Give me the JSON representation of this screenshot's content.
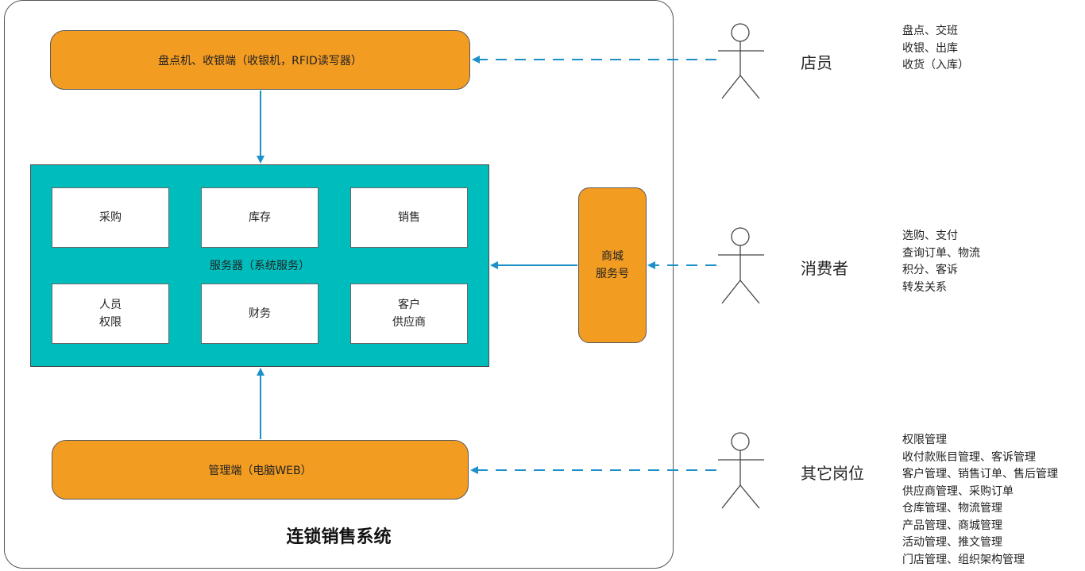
{
  "system": {
    "title": "连锁销售系统"
  },
  "terminals": {
    "pos": "盘点机、收银端（收银机，RFID读写器）",
    "admin": "管理端（电脑WEB）"
  },
  "server": {
    "label": "服务器（系统服务）",
    "modules": [
      {
        "line1": "采购",
        "line2": ""
      },
      {
        "line1": "库存",
        "line2": ""
      },
      {
        "line1": "销售",
        "line2": ""
      },
      {
        "line1": "人员",
        "line2": "权限"
      },
      {
        "line1": "财务",
        "line2": ""
      },
      {
        "line1": "客户",
        "line2": "供应商"
      }
    ]
  },
  "mall": {
    "line1": "商城",
    "line2": "服务号"
  },
  "roles": [
    {
      "name": "店员",
      "duties": [
        "盘点、交班",
        "收银、出库",
        "收货（入库）"
      ]
    },
    {
      "name": "消费者",
      "duties": [
        "选购、支付",
        "查询订单、物流",
        "积分、客诉",
        "转发关系"
      ]
    },
    {
      "name": "其它岗位",
      "duties": [
        "权限管理",
        "收付款账目管理、客诉管理",
        "客户管理、销售订单、售后管理",
        "供应商管理、采购订单",
        "仓库管理、物流管理",
        "产品管理、商城管理",
        "活动管理、推文管理",
        "门店管理、组织架构管理"
      ]
    }
  ],
  "colors": {
    "orange": "#F39C22",
    "teal": "#00BDBD",
    "arrow_blue": "#1E90C8"
  }
}
